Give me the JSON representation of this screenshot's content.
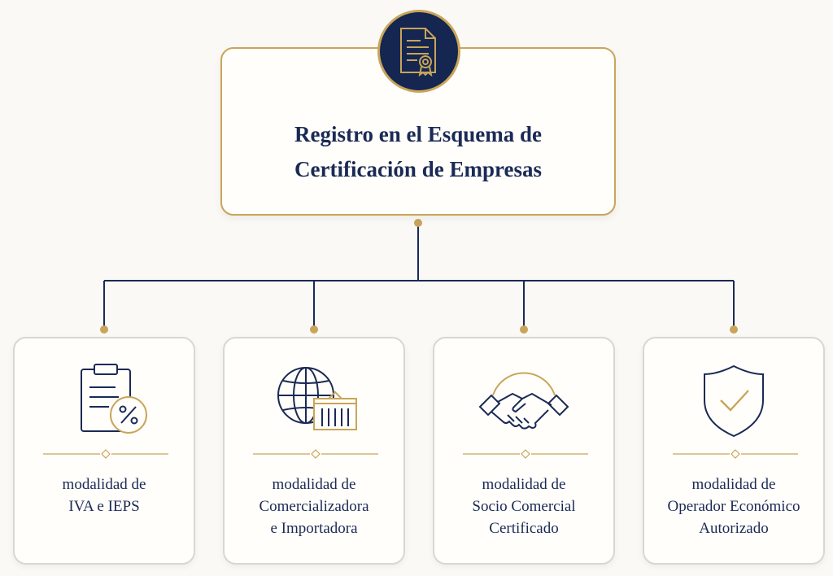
{
  "colors": {
    "navy": "#1b2a55",
    "gold": "#c9a55a",
    "badge_bg": "#152650"
  },
  "header": {
    "icon": "certificate-document-icon",
    "title_lines": [
      "Registro en el Esquema de",
      "Certificación de Empresas"
    ]
  },
  "cards": [
    {
      "icon": "clipboard-percent-icon",
      "label_lines": [
        "modalidad de",
        "IVA e IEPS"
      ]
    },
    {
      "icon": "globe-container-icon",
      "label_lines": [
        "modalidad de",
        "Comercializadora",
        "e Importadora"
      ]
    },
    {
      "icon": "handshake-icon",
      "label_lines": [
        "modalidad de",
        "Socio Comercial",
        "Certificado"
      ]
    },
    {
      "icon": "shield-check-icon",
      "label_lines": [
        "modalidad de",
        "Operador Económico",
        "Autorizado"
      ]
    }
  ]
}
